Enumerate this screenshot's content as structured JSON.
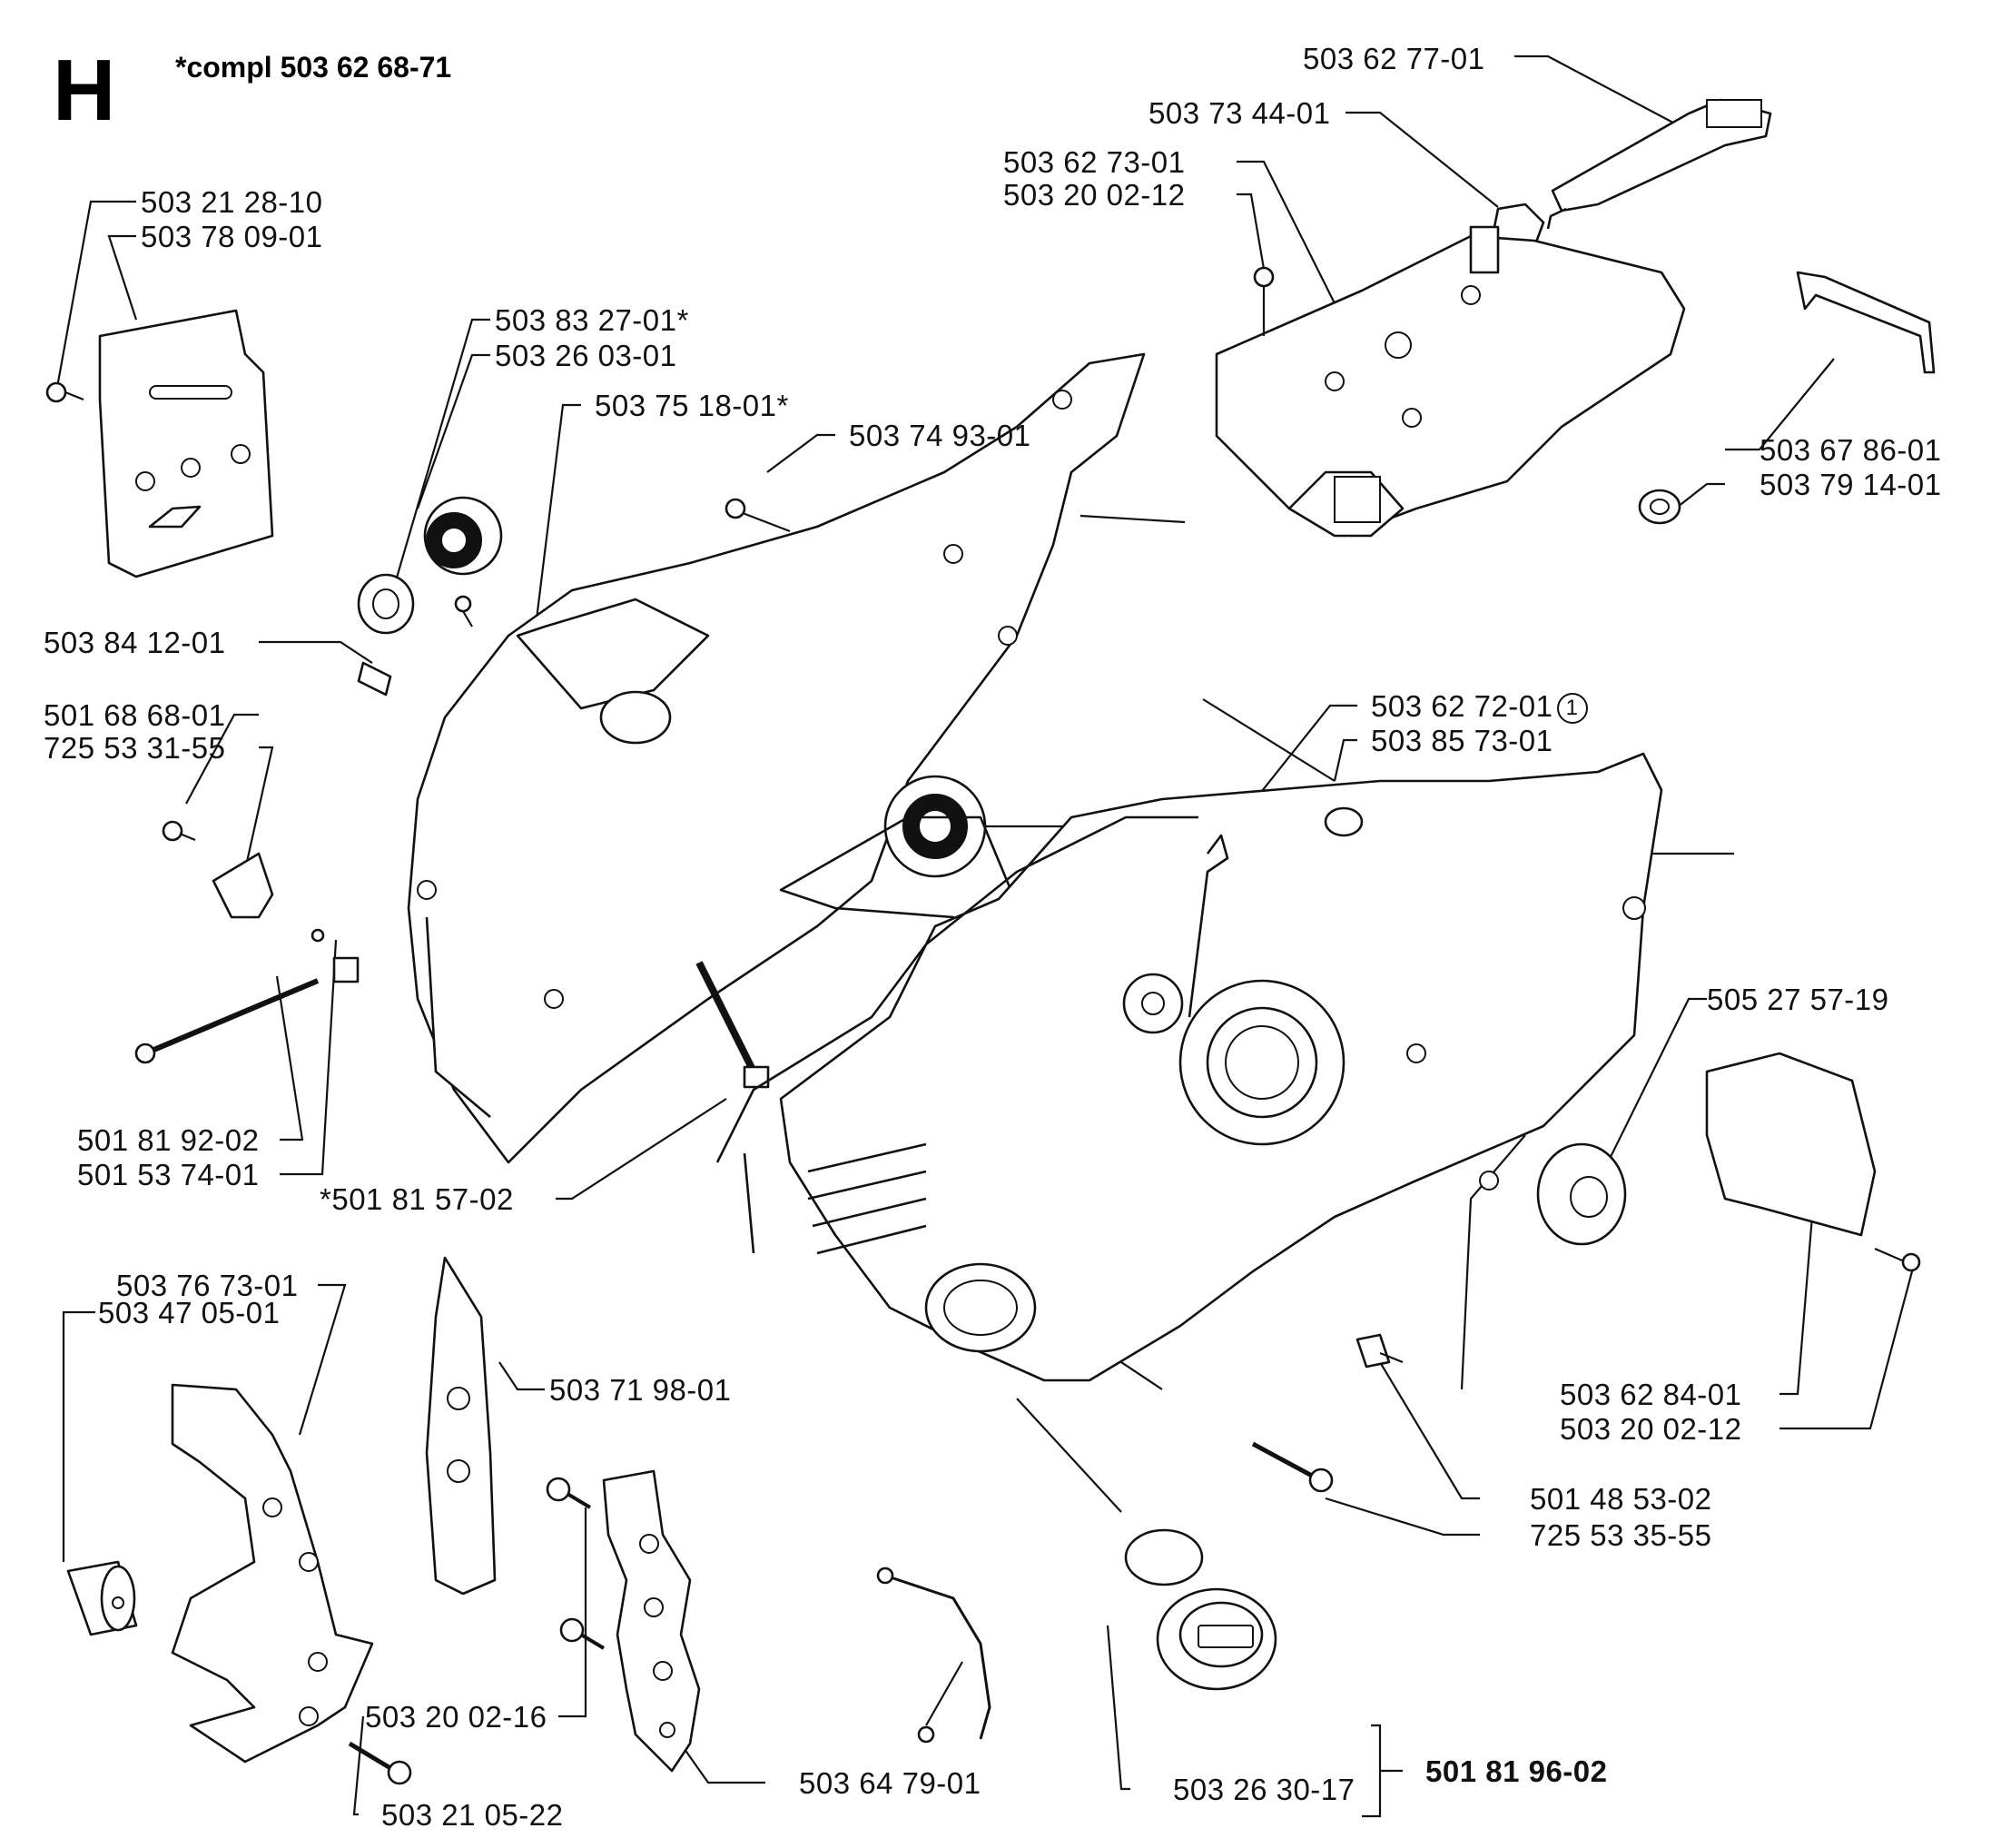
{
  "section_letter": "H",
  "header_note": "*compl 503 62 68-71",
  "labels": {
    "l01": "503 62 77-01",
    "l02": "503 73 44-01",
    "l03": "503 62 73-01",
    "l04": "503 20 02-12",
    "l05": "503 21 28-10",
    "l06": "503 78 09-01",
    "l07": "503 83 27-01*",
    "l08": "503 26 03-01",
    "l09": "503 75 18-01*",
    "l10": "503 74 93-01",
    "l11": "503 67 86-01",
    "l12": "503 79 14-01",
    "l13": "503 84 12-01",
    "l14": "503 62 72-01",
    "l14_circle": "1",
    "l15": "503 85 73-01",
    "l16": "501 68 68-01",
    "l17": "725 53 31-55",
    "l18": "505 27 57-19",
    "l19": "501 81 92-02",
    "l20": "501 53 74-01",
    "l21": "*501 81 57-02",
    "l22": "503 76 73-01",
    "l23": "503 47 05-01",
    "l24": "503 71 98-01",
    "l25": "503 62 84-01",
    "l26": "503 20 02-12",
    "l27": "501 48 53-02",
    "l28": "725 53 35-55",
    "l29": "503 20 02-16",
    "l30": "503 64 79-01",
    "l31": "503 26 30-17",
    "l32": "501 81 96-02",
    "l33": "503 21 05-22",
    "star1": "*",
    "star2": "*",
    "star3": "*"
  }
}
